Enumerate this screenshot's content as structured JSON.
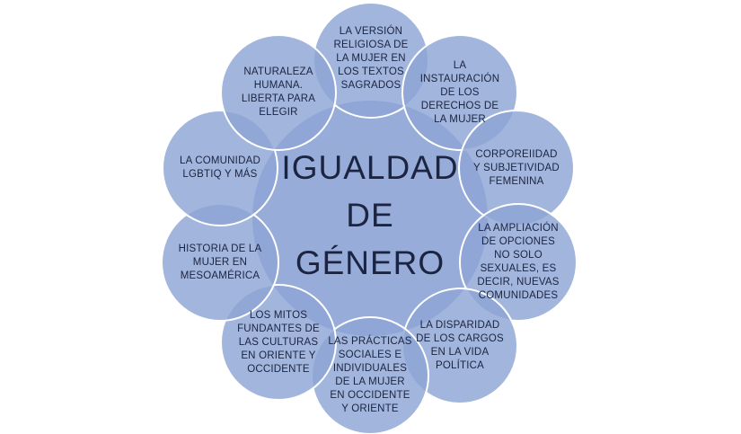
{
  "center": {
    "line1": "IGUALDAD",
    "line2": "DE",
    "line3": "GÉNERO"
  },
  "nodes": [
    {
      "id": "top",
      "lines": [
        "LA VERSIÓN",
        "RELIGIOSA DE",
        "LA MUJER EN",
        "LOS TEXTOS",
        "SAGRADOS"
      ]
    },
    {
      "id": "top-right",
      "lines": [
        "LA",
        "INSTAURACIÓN",
        "DE LOS",
        "DERECHOS DE",
        "LA MUJER"
      ]
    },
    {
      "id": "right-upper",
      "lines": [
        "CORPOREIIDAD",
        "Y SUBJETIVIDAD",
        "FEMENINA"
      ]
    },
    {
      "id": "right-lower",
      "lines": [
        "LA AMPLIACIÓN",
        "DE OPCIONES",
        "NO SOLO",
        "SEXUALES, ES",
        "DECIR, NUEVAS",
        "COMUNIDADES"
      ]
    },
    {
      "id": "bottom-right",
      "lines": [
        "LA DISPARIDAD",
        "DE LOS CARGOS",
        "EN LA VIDA",
        "POLÍTICA"
      ]
    },
    {
      "id": "bottom",
      "lines": [
        "LAS PRÁCTICAS",
        "SOCIALES E",
        "INDIVIDUALES",
        "DE LA MUJER",
        "EN OCCIDENTE",
        "Y ORIENTE"
      ]
    },
    {
      "id": "bottom-left",
      "lines": [
        "LOS MITOS",
        "FUNDANTES DE",
        "LAS CULTURAS",
        "EN ORIENTE Y",
        "OCCIDENTE"
      ]
    },
    {
      "id": "left-lower",
      "lines": [
        "HISTORIA DE LA",
        "MUJER EN",
        "MESOAMÉRICA"
      ]
    },
    {
      "id": "left-upper",
      "lines": [
        "LA COMUNIDAD",
        "LGBTIQ Y MÁS"
      ]
    },
    {
      "id": "top-left",
      "lines": [
        "NATURALEZA",
        "HUMANA.",
        "LIBERTA PARA",
        "ELEGIR"
      ]
    }
  ],
  "colors": {
    "fill": "#8ea5d6",
    "overlap": "#5f7fc6",
    "stroke": "#ffffff",
    "text": "#1b2440"
  }
}
